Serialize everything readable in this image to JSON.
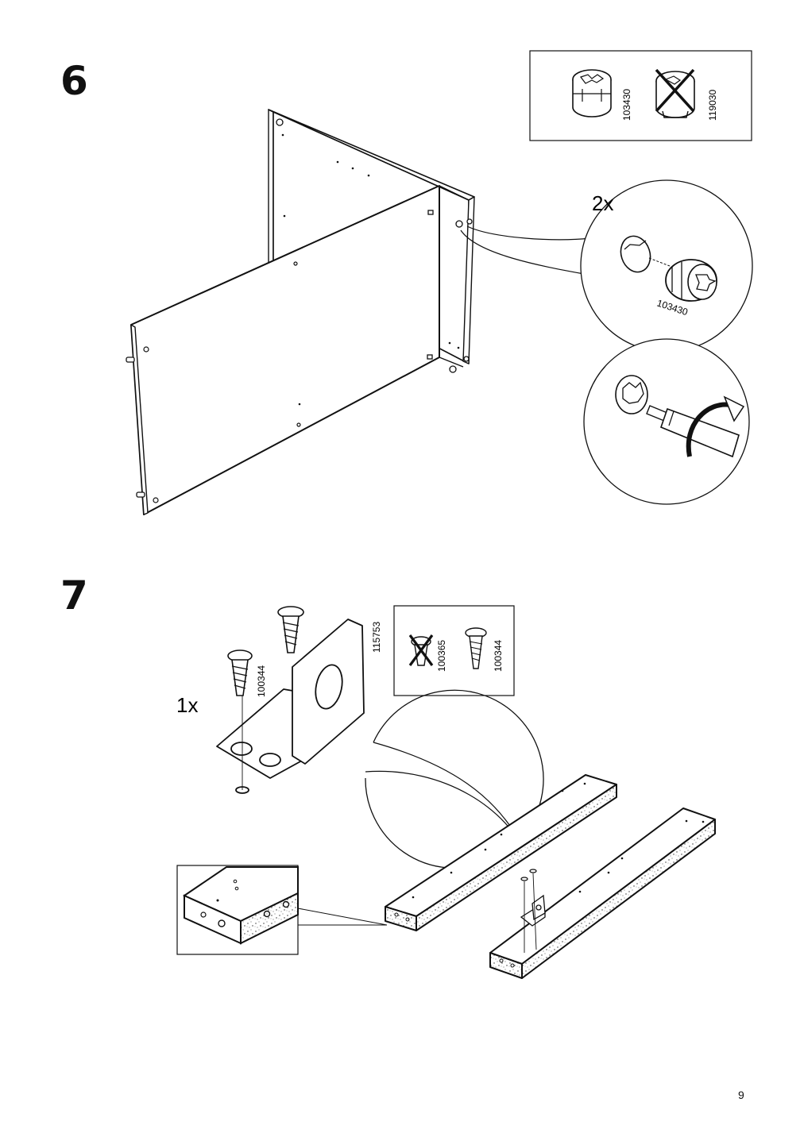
{
  "page_number": "9",
  "steps": [
    {
      "number": "6",
      "part_box": [
        {
          "part_no": "103430",
          "allowed": true,
          "icon": "cam-lock-nut-icon"
        },
        {
          "part_no": "119030",
          "allowed": false,
          "icon": "cam-lock-nut-crossed-icon"
        }
      ],
      "detail_quantity": "2x",
      "detail_part_no": "103430",
      "detail_icons": [
        "cam-lock-insert-icon",
        "screwdriver-turn-icon"
      ]
    },
    {
      "number": "7",
      "part_box": [
        {
          "part_no": "100365",
          "allowed": false,
          "icon": "screw-crossed-icon"
        },
        {
          "part_no": "100344",
          "allowed": true,
          "icon": "screw-icon"
        }
      ],
      "detail_quantity": "1x",
      "detail_part_nos": {
        "bracket": "115753",
        "screw": "100344"
      },
      "detail_icons": [
        "bracket-icon",
        "screw-icon"
      ]
    }
  ]
}
